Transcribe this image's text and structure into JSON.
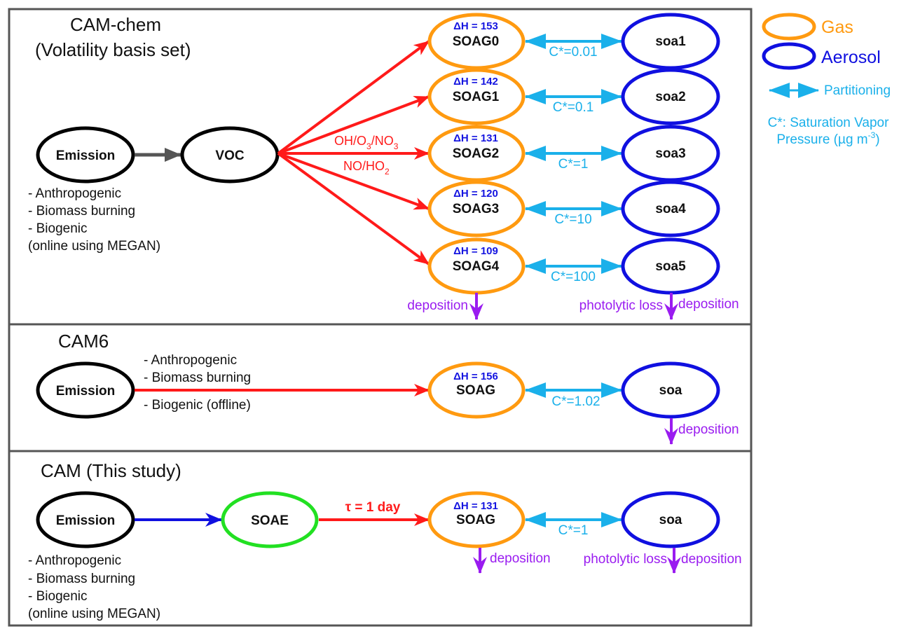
{
  "colors": {
    "gas": "#FF9A10",
    "aerosol": "#1010E0",
    "partitioning": "#1AB0EA",
    "reaction": "#FF1A1A",
    "deposition": "#9A1CF0",
    "soae": "#22E022",
    "panel_border": "#555555"
  },
  "legend": {
    "gas_label": "Gas",
    "aerosol_label": "Aerosol",
    "partitioning_label": "Partitioning",
    "cstar_line1": "C*: Saturation Vapor",
    "cstar_line2": "Pressure (µg m",
    "cstar_exp": "-3",
    "cstar_close": ")"
  },
  "panels": {
    "camchem": {
      "title_line1": "CAM-chem",
      "title_line2": "(Volatility basis set)",
      "emission": "Emission",
      "voc": "VOC",
      "sources": [
        "- Anthropogenic",
        "- Biomass burning",
        "- Biogenic",
        "(online using MEGAN)"
      ],
      "oxidants_line1": {
        "a": "OH/O",
        "a_sub": "3",
        "b": "/NO",
        "b_sub": "3"
      },
      "oxidants_line2": {
        "a": "NO/HO",
        "a_sub": "2"
      },
      "species": [
        {
          "gas": "SOAG0",
          "dh": "ΔH = 153",
          "aerosol": "soa1",
          "cstar": "C*=0.01"
        },
        {
          "gas": "SOAG1",
          "dh": "ΔH = 142",
          "aerosol": "soa2",
          "cstar": "C*=0.1"
        },
        {
          "gas": "SOAG2",
          "dh": "ΔH = 131",
          "aerosol": "soa3",
          "cstar": "C*=1"
        },
        {
          "gas": "SOAG3",
          "dh": "ΔH = 120",
          "aerosol": "soa4",
          "cstar": "C*=10"
        },
        {
          "gas": "SOAG4",
          "dh": "ΔH = 109",
          "aerosol": "soa5",
          "cstar": "C*=100"
        }
      ],
      "gas_deposition": "deposition",
      "aerosol_photolytic": "photolytic loss",
      "aerosol_deposition": "deposition"
    },
    "cam6": {
      "title": "CAM6",
      "emission": "Emission",
      "sources": [
        "- Anthropogenic",
        "- Biomass burning",
        "- Biogenic (offline)"
      ],
      "gas": "SOAG",
      "dh": "ΔH = 156",
      "aerosol": "soa",
      "cstar": "C*=1.02",
      "aerosol_deposition": "deposition"
    },
    "cam_study": {
      "title": "CAM (This study)",
      "emission": "Emission",
      "soae": "SOAE",
      "tau": "τ = 1 day",
      "sources": [
        "- Anthropogenic",
        "- Biomass burning",
        "- Biogenic",
        "(online using MEGAN)"
      ],
      "gas": "SOAG",
      "dh": "ΔH = 131",
      "aerosol": "soa",
      "cstar": "C*=1",
      "gas_deposition": "deposition",
      "aerosol_photolytic": "photolytic loss",
      "aerosol_deposition": "deposition"
    }
  }
}
